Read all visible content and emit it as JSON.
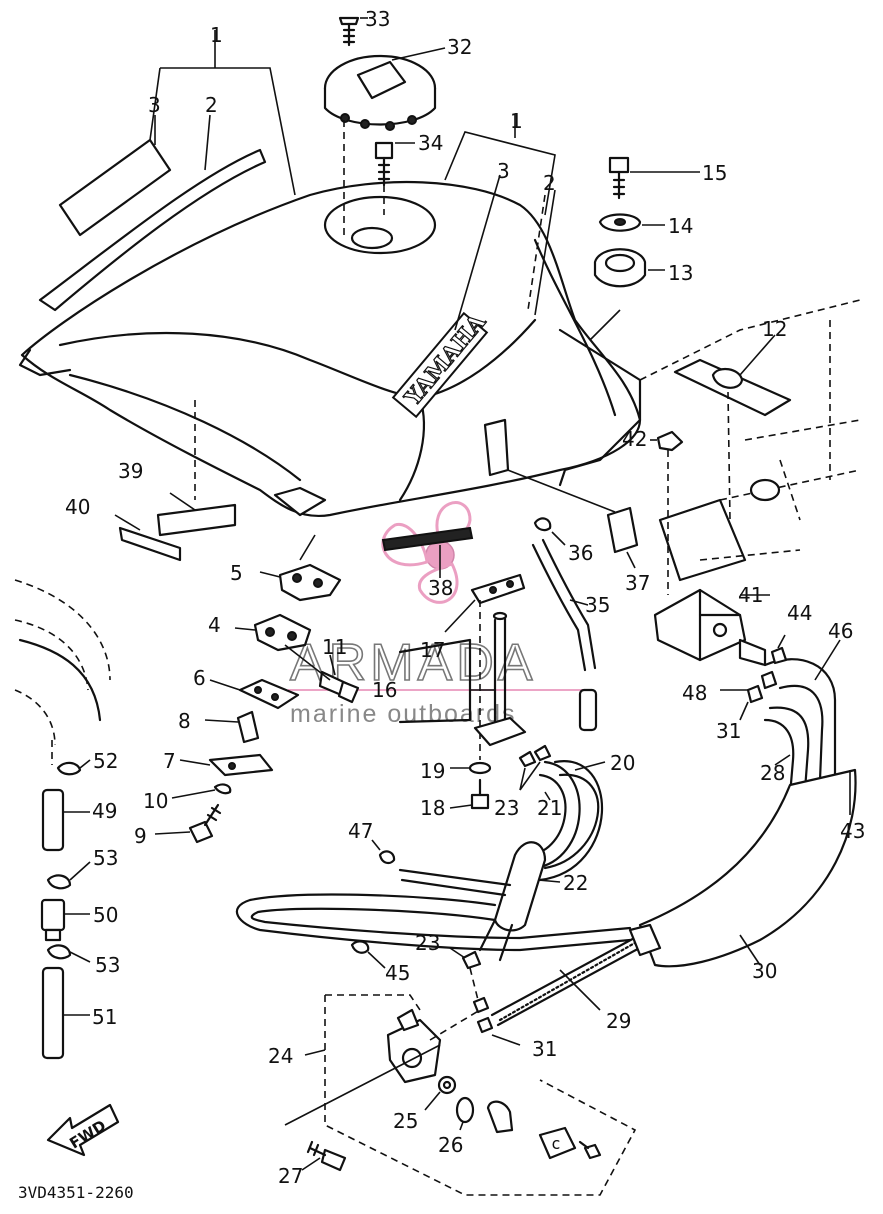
{
  "diagram": {
    "reference_code": "3VD4351-2260",
    "forward_label": "FWD",
    "tank_logo": "YAMAHA",
    "watermark": {
      "brand": "ARMADA",
      "tagline": "marine outboards",
      "accent_color": "#e88fb8"
    },
    "callouts": [
      {
        "id": "c1a",
        "label": "1"
      },
      {
        "id": "c2a",
        "label": "2"
      },
      {
        "id": "c3a",
        "label": "3"
      },
      {
        "id": "c1b",
        "label": "1"
      },
      {
        "id": "c3b",
        "label": "3"
      },
      {
        "id": "c2b",
        "label": "2"
      },
      {
        "id": "c33",
        "label": "33"
      },
      {
        "id": "c32",
        "label": "32"
      },
      {
        "id": "c34",
        "label": "34"
      },
      {
        "id": "c15",
        "label": "15"
      },
      {
        "id": "c14",
        "label": "14"
      },
      {
        "id": "c13",
        "label": "13"
      },
      {
        "id": "c12",
        "label": "12"
      },
      {
        "id": "c42",
        "label": "42"
      },
      {
        "id": "c39",
        "label": "39"
      },
      {
        "id": "c40",
        "label": "40"
      },
      {
        "id": "c5",
        "label": "5"
      },
      {
        "id": "c38",
        "label": "38"
      },
      {
        "id": "c36",
        "label": "36"
      },
      {
        "id": "c37",
        "label": "37"
      },
      {
        "id": "c35",
        "label": "35"
      },
      {
        "id": "c41",
        "label": "41"
      },
      {
        "id": "c44",
        "label": "44"
      },
      {
        "id": "c46",
        "label": "46"
      },
      {
        "id": "c4",
        "label": "4"
      },
      {
        "id": "c11",
        "label": "11"
      },
      {
        "id": "c17",
        "label": "17"
      },
      {
        "id": "c6",
        "label": "6"
      },
      {
        "id": "c16",
        "label": "16"
      },
      {
        "id": "c48",
        "label": "48"
      },
      {
        "id": "c31a",
        "label": "31"
      },
      {
        "id": "c8",
        "label": "8"
      },
      {
        "id": "c7",
        "label": "7"
      },
      {
        "id": "c52",
        "label": "52"
      },
      {
        "id": "c19",
        "label": "19"
      },
      {
        "id": "c20",
        "label": "20"
      },
      {
        "id": "c28",
        "label": "28"
      },
      {
        "id": "c10",
        "label": "10"
      },
      {
        "id": "c49",
        "label": "49"
      },
      {
        "id": "c18",
        "label": "18"
      },
      {
        "id": "c23a",
        "label": "23"
      },
      {
        "id": "c21",
        "label": "21"
      },
      {
        "id": "c43",
        "label": "43"
      },
      {
        "id": "c9",
        "label": "9"
      },
      {
        "id": "c47",
        "label": "47"
      },
      {
        "id": "c53a",
        "label": "53"
      },
      {
        "id": "c22",
        "label": "22"
      },
      {
        "id": "c50",
        "label": "50"
      },
      {
        "id": "c23b",
        "label": "23"
      },
      {
        "id": "c53b",
        "label": "53"
      },
      {
        "id": "c45",
        "label": "45"
      },
      {
        "id": "c30",
        "label": "30"
      },
      {
        "id": "c29",
        "label": "29"
      },
      {
        "id": "c51",
        "label": "51"
      },
      {
        "id": "c24",
        "label": "24"
      },
      {
        "id": "c31b",
        "label": "31"
      },
      {
        "id": "c25",
        "label": "25"
      },
      {
        "id": "c26",
        "label": "26"
      },
      {
        "id": "c27",
        "label": "27"
      }
    ]
  }
}
